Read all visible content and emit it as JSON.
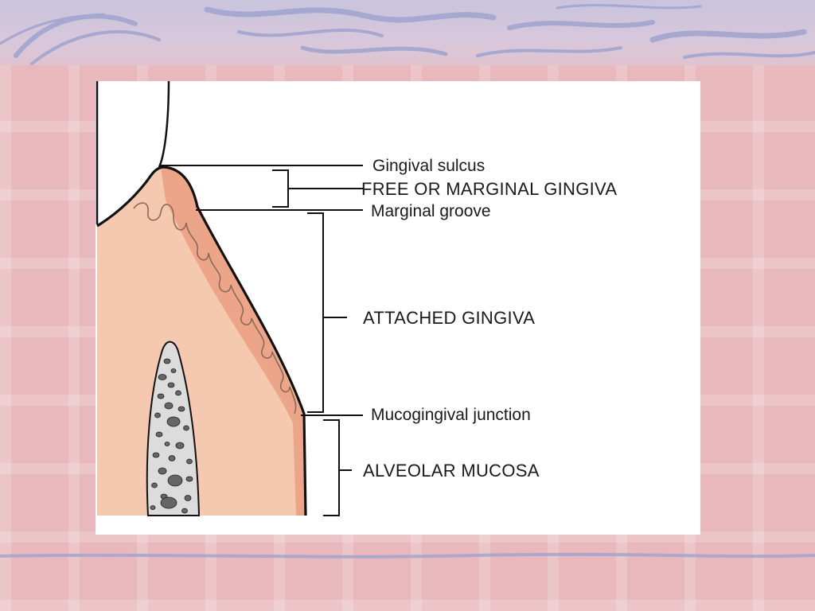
{
  "labels": {
    "gingival_sulcus": "Gingival sulcus",
    "free_marginal_gingiva": "FREE OR MARGINAL GINGIVA",
    "marginal_groove": "Marginal groove",
    "attached_gingiva": "ATTACHED GINGIVA",
    "mucogingival_junction": "Mucogingival junction",
    "alveolar_mucosa": "ALVEOLAR MUCOSA"
  },
  "colors": {
    "gingiva_fill": "#f5c8b0",
    "gingiva_rim": "#e99a7c",
    "bone_fill": "#dcdcdc",
    "outline": "#111111",
    "slide_pink": "#e8b8bd",
    "wave_blue": "#9fa3cf"
  }
}
